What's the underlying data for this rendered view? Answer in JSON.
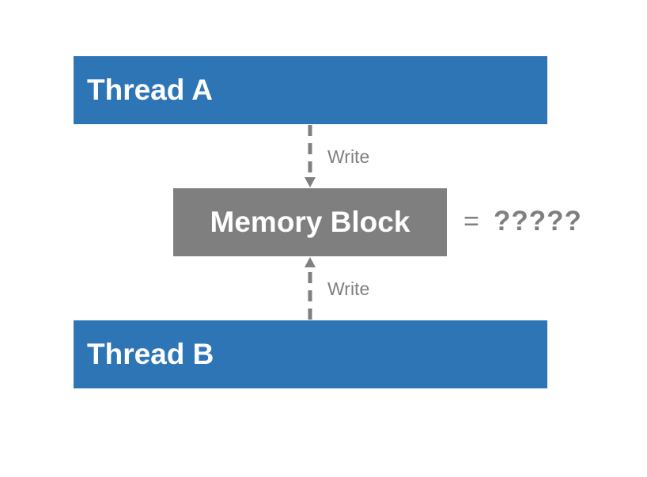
{
  "diagram": {
    "thread_a": {
      "label": "Thread A"
    },
    "thread_b": {
      "label": "Thread B"
    },
    "memory_block": {
      "label": "Memory Block"
    },
    "arrow_a_label": "Write",
    "arrow_b_label": "Write",
    "equals": "=",
    "result": "?????"
  },
  "colors": {
    "thread_fill": "#2e75b6",
    "memory_fill": "#7f7f7f",
    "arrow": "#7f7f7f",
    "text_light": "#ffffff",
    "text_grey": "#7f7f7f"
  }
}
